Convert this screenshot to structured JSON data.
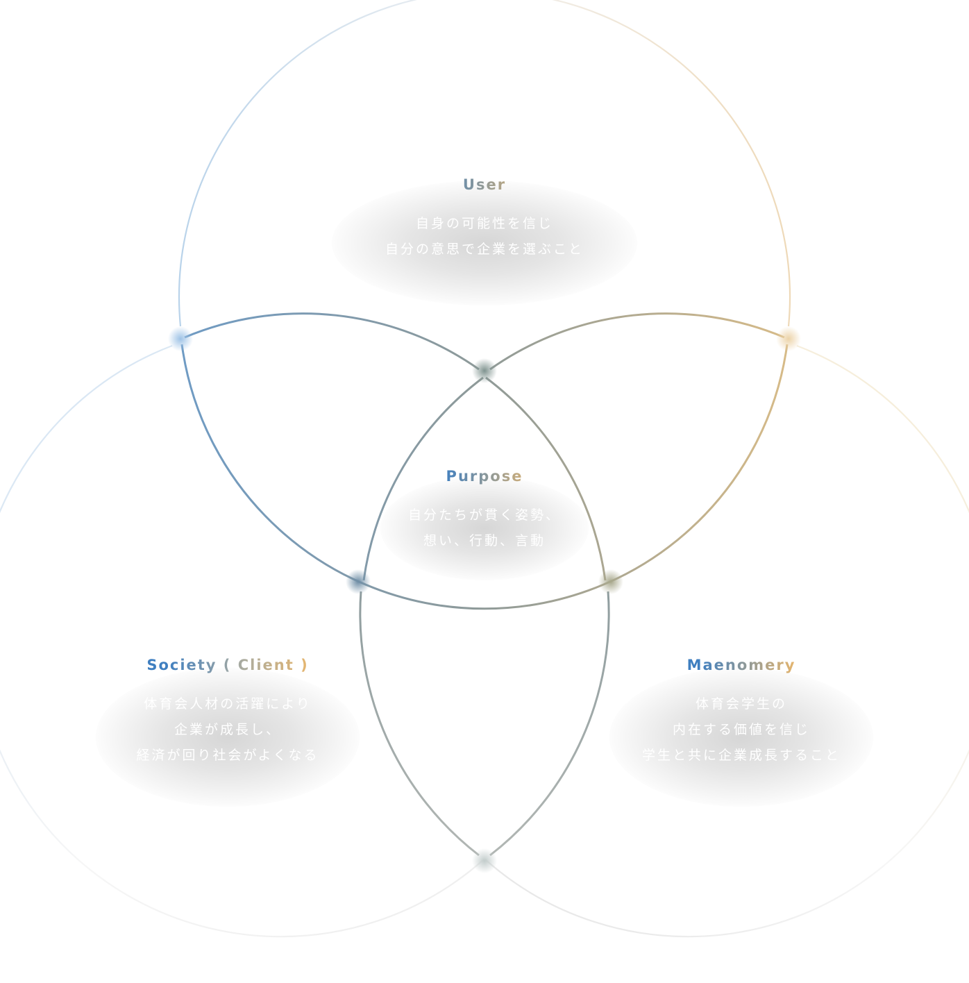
{
  "colors": {
    "blue": "#4a86c0",
    "gold": "#e9b869",
    "gray": "#a9aba0"
  },
  "nodes": {
    "user": {
      "title": "User",
      "lines": [
        "自身の可能性を信じ",
        "自分の意思で企業を選ぶこと"
      ]
    },
    "purpose": {
      "title": "Purpose",
      "lines": [
        "自分たちが貫く姿勢、",
        "想い、行動、言動"
      ]
    },
    "society": {
      "title": "Society ( Client )",
      "lines": [
        "体育会人材の活躍により",
        "企業が成長し、",
        "経済が回り社会がよくなる"
      ]
    },
    "maenomery": {
      "title": "Maenomery",
      "lines": [
        "体育会学生の",
        "内在する価値を信じ",
        "学生と共に企業成長すること"
      ]
    }
  }
}
